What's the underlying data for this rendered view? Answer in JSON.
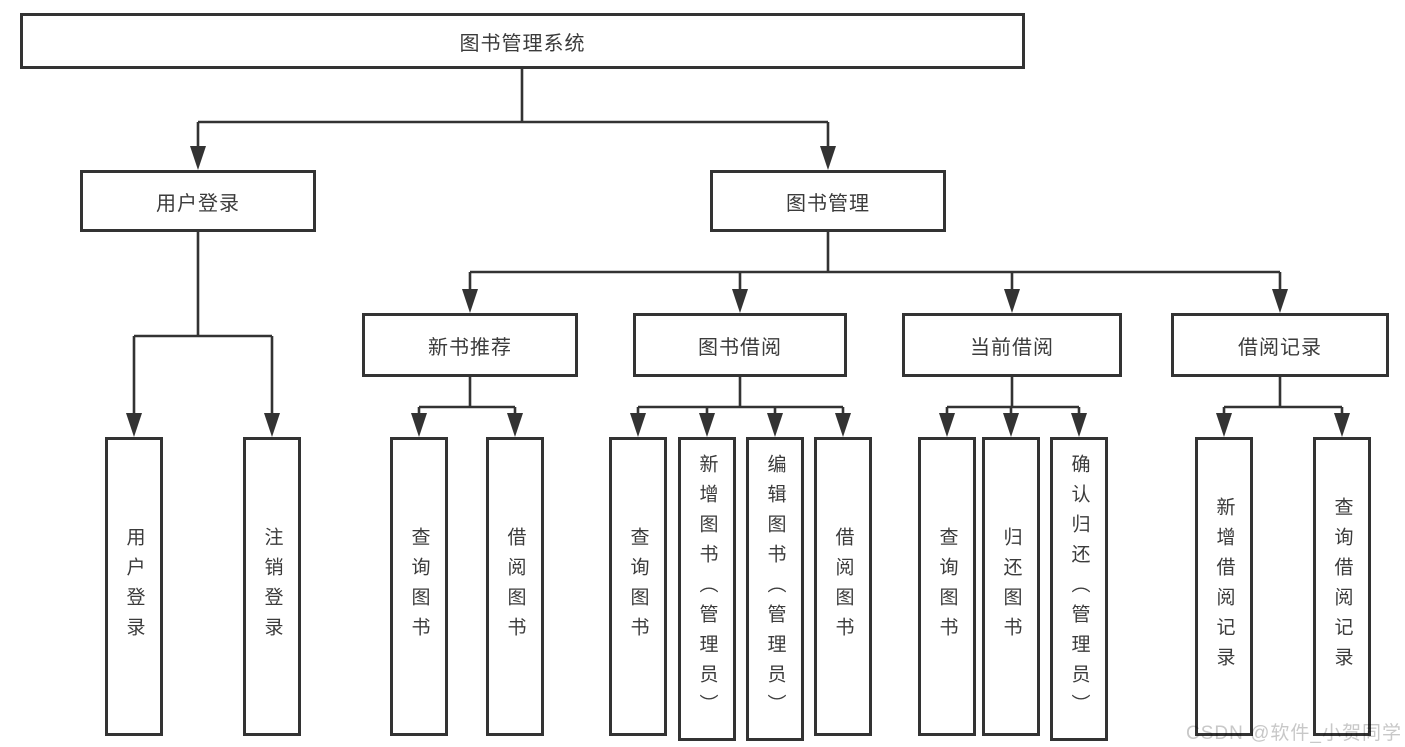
{
  "nodes": {
    "root": "图书管理系统",
    "user_login": "用户登录",
    "book_mgmt": "图书管理",
    "new_books": "新书推荐",
    "book_borrow": "图书借阅",
    "current_borrow": "当前借阅",
    "borrow_records": "借阅记录"
  },
  "leaves": {
    "user_login": [
      "用户登录",
      "注销登录"
    ],
    "new_books": [
      "查询图书",
      "借阅图书"
    ],
    "book_borrow": [
      "查询图书",
      "新增图书（管理员）",
      "编辑图书（管理员）",
      "借阅图书"
    ],
    "current_borrow": [
      "查询图书",
      "归还图书",
      "确认归还（管理员）"
    ],
    "borrow_records": [
      "新增借阅记录",
      "查询借阅记录"
    ]
  },
  "watermark": "CSDN @软件_小贺同学",
  "colors": {
    "line": "#333333",
    "text": "#3b3b3b",
    "watermark": "#c8c8c8"
  }
}
